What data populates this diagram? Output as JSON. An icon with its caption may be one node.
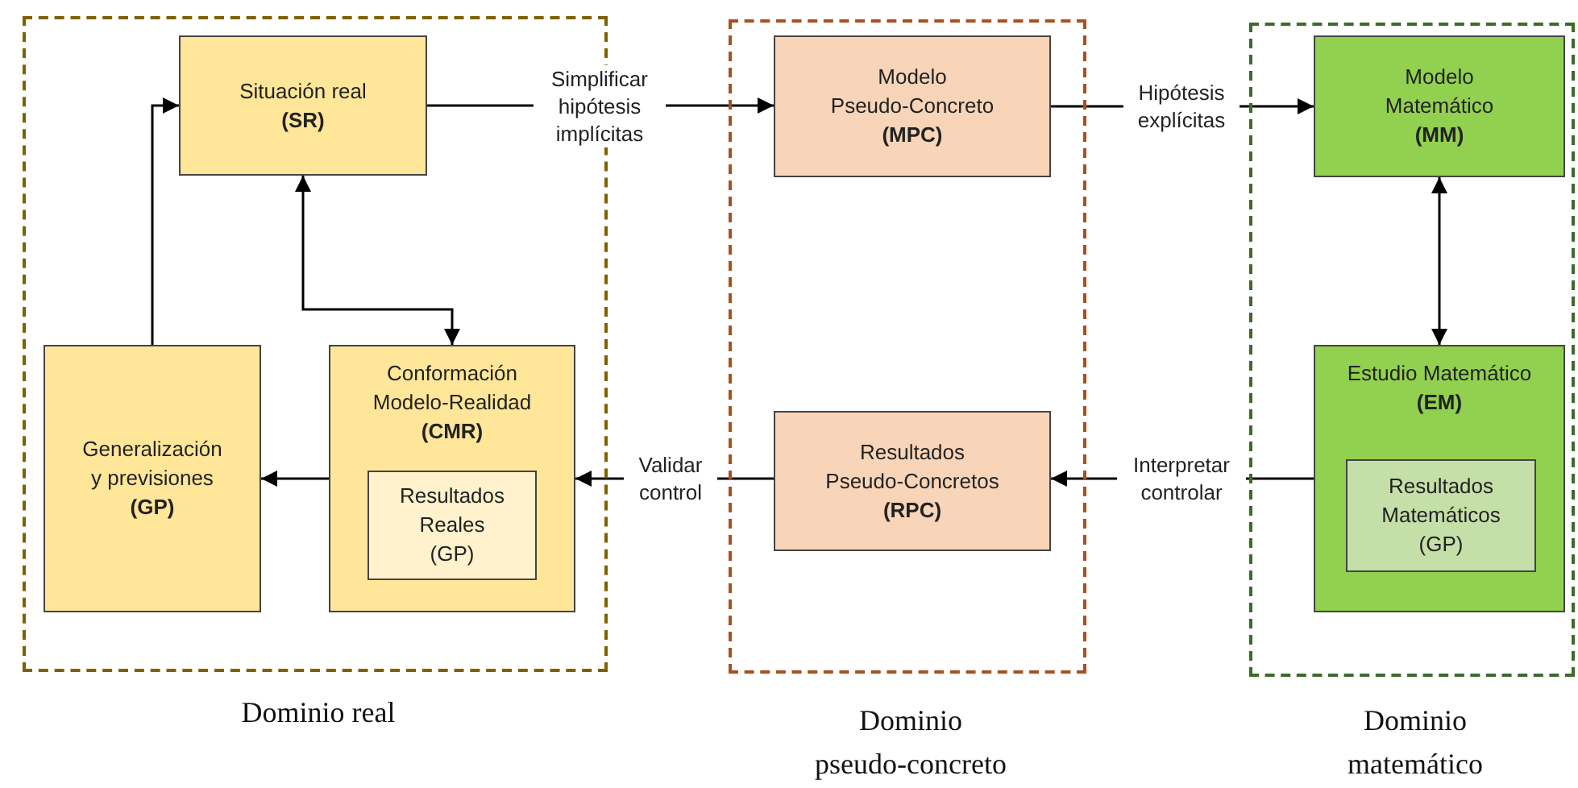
{
  "diagram": {
    "nodes": [
      {
        "text": [
          "Dominio real"
        ]
      },
      {
        "text": [
          "Situación real",
          "(SR)"
        ],
        "in": 0
      },
      {
        "text": [
          "Generalización y previsiones",
          "(GP)"
        ],
        "in": 0
      },
      {
        "text": [
          "Conformación Modelo-Realidad",
          "(CMR)"
        ],
        "in": 0
      },
      {
        "text": [
          "Resultados Reales",
          "(GP)"
        ],
        "in": 3
      },
      {
        "text": [
          "Dominio pseudo-concreto"
        ]
      },
      {
        "text": [
          "Modelo Pseudo-Concreto",
          "(MPC)"
        ],
        "in": 5
      },
      {
        "text": [
          "Resultados Pseudo-Concretos",
          "(RPC)"
        ],
        "in": 5
      },
      {
        "text": [
          "Dominio matemático"
        ]
      },
      {
        "text": [
          "Modelo Matemático",
          "(MM)"
        ],
        "in": 8
      },
      {
        "text": [
          "Estudio Matemático",
          "(EM)"
        ],
        "in": 8
      },
      {
        "text": [
          "Resultados Matemáticos",
          "(GP)"
        ],
        "in": 10
      }
    ],
    "edges": [
      {
        "from": 1,
        "to": 6,
        "arrow": "to",
        "label": "Simplificar hipótesis implícitas"
      },
      {
        "from": 6,
        "to": 9,
        "arrow": "to",
        "label": "Hipótesis explícitas"
      },
      {
        "from": 9,
        "to": 10,
        "arrow": "both"
      },
      {
        "from": 10,
        "to": 7,
        "arrow": "to",
        "label": "Interpretar controlar"
      },
      {
        "from": 7,
        "to": 3,
        "arrow": "to",
        "label": "Validar control"
      },
      {
        "from": 1,
        "to": 3,
        "arrow": "both"
      },
      {
        "from": 3,
        "to": 2,
        "arrow": "to"
      },
      {
        "from": 2,
        "to": 1,
        "arrow": "to"
      }
    ]
  }
}
